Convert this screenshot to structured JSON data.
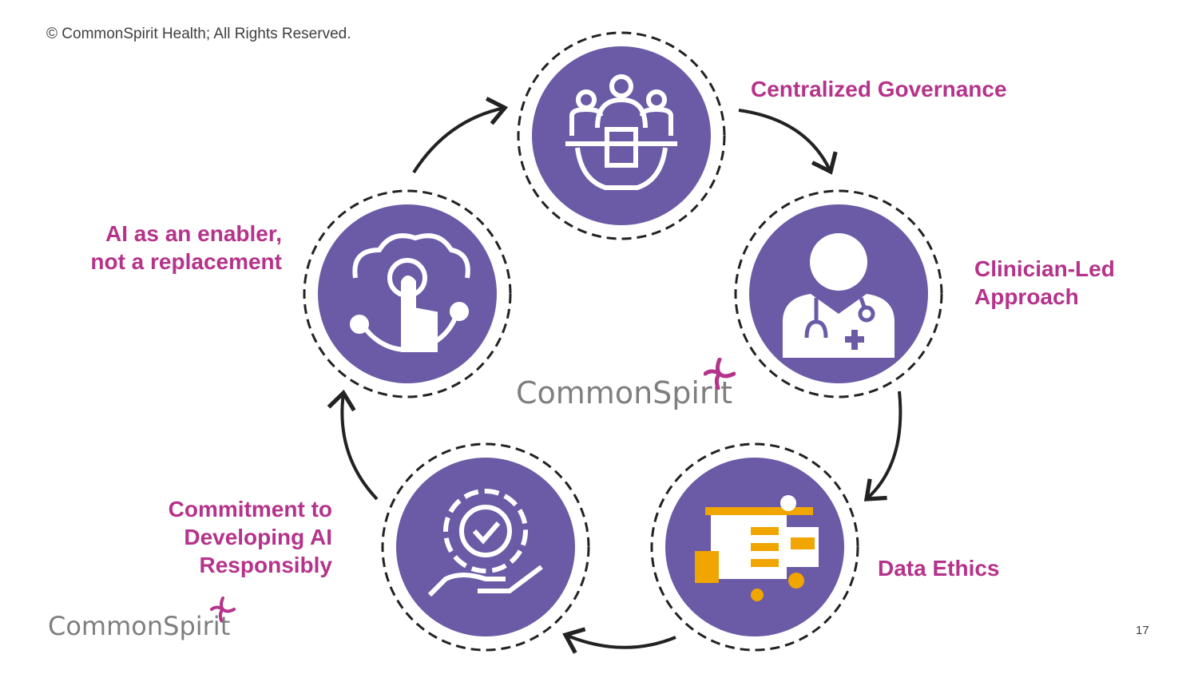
{
  "copyright": "© CommonSpirit Health; All Rights Reserved.",
  "labels": {
    "governance": [
      "Centralized Governance"
    ],
    "clinician": [
      "Clinician-Led",
      "Approach"
    ],
    "ethics": [
      "Data Ethics"
    ],
    "commitment": [
      "Commitment to",
      "Developing AI",
      "Responsibly"
    ],
    "enabler": [
      "AI as an enabler,",
      "not a replacement"
    ]
  },
  "logo_text": "CommonSpirit",
  "page_number": "17",
  "colors": {
    "purple": "#6b5ba6",
    "magenta": "#b5338a",
    "orange": "#f0a500",
    "gray": "#7f7f80"
  }
}
